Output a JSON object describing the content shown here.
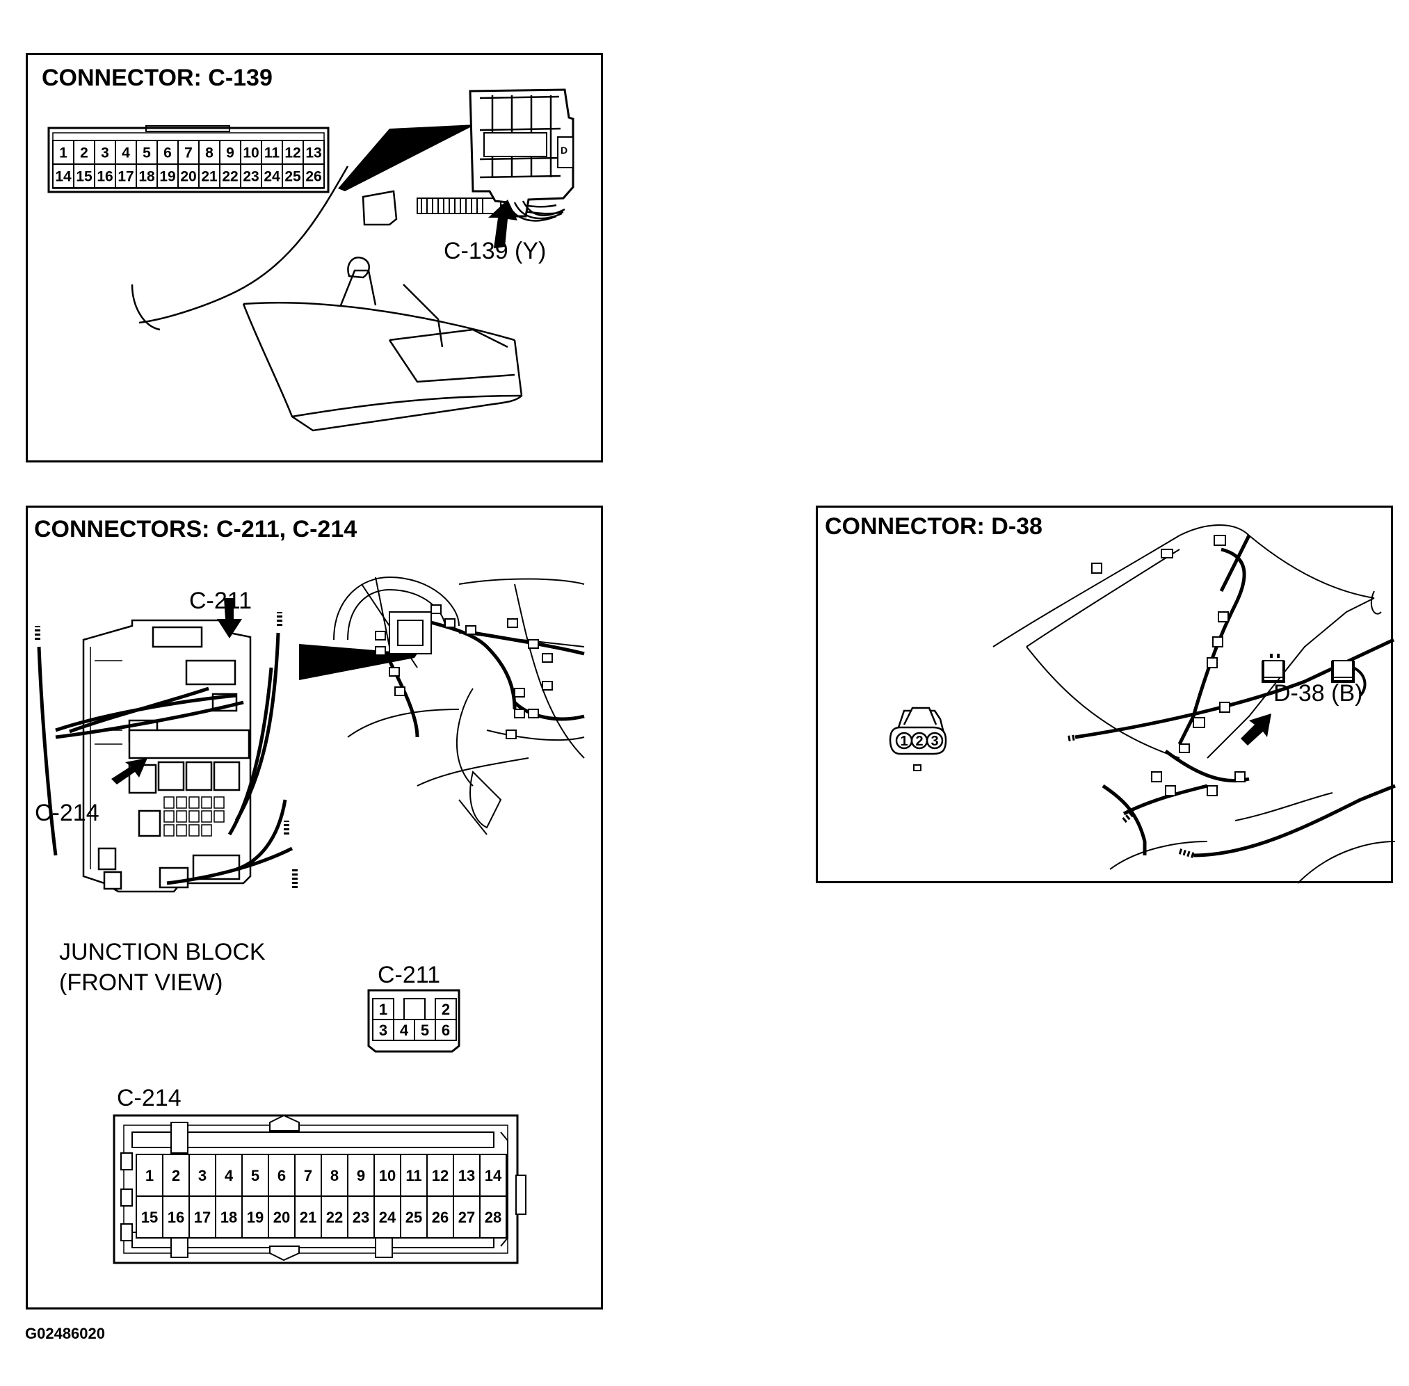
{
  "figure_code": "G02486020",
  "panels": {
    "c139": {
      "title": "CONNECTOR: C-139",
      "callout": "C-139 (Y)",
      "pins_row1": [
        "1",
        "2",
        "3",
        "4",
        "5",
        "6",
        "7",
        "8",
        "9",
        "10",
        "11",
        "12",
        "13"
      ],
      "pins_row2": [
        "14",
        "15",
        "16",
        "17",
        "18",
        "19",
        "20",
        "21",
        "22",
        "23",
        "24",
        "25",
        "26"
      ]
    },
    "c211_c214": {
      "title": "CONNECTORS: C-211, C-214",
      "callout_c211": "C-211",
      "callout_c214": "C-214",
      "junction_line1": "JUNCTION BLOCK",
      "junction_line2": "(FRONT VIEW)",
      "c211_label": "C-211",
      "c211_row1": [
        "1",
        "",
        "2"
      ],
      "c211_row2": [
        "3",
        "4",
        "5",
        "6"
      ],
      "c214_label": "C-214",
      "c214_row1": [
        "1",
        "2",
        "3",
        "4",
        "5",
        "6",
        "7",
        "8",
        "9",
        "10",
        "11",
        "12",
        "13",
        "14"
      ],
      "c214_row2": [
        "15",
        "16",
        "17",
        "18",
        "19",
        "20",
        "21",
        "22",
        "23",
        "24",
        "25",
        "26",
        "27",
        "28"
      ]
    },
    "d38": {
      "title": "CONNECTOR: D-38",
      "callout": "D-38 (B)",
      "pins": [
        "1",
        "2",
        "3"
      ]
    }
  }
}
